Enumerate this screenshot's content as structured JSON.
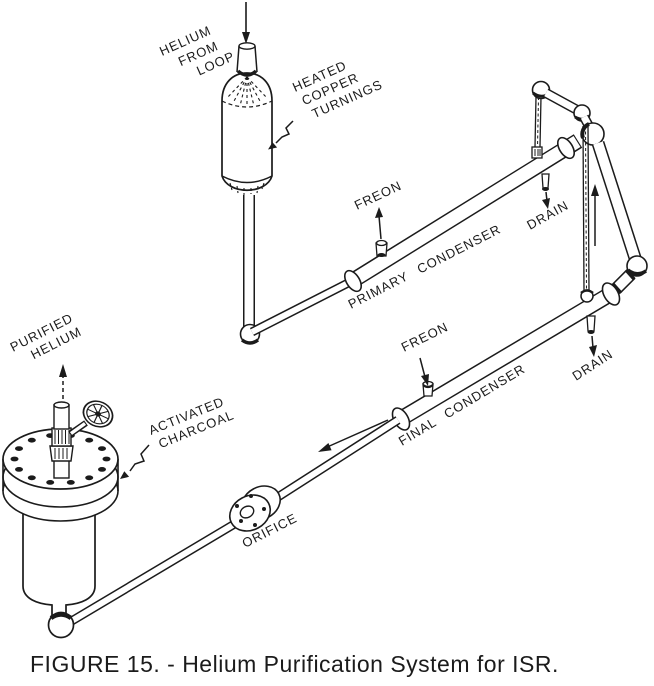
{
  "figure": {
    "caption": "FIGURE 15. - Helium Purification System for ISR."
  },
  "colors": {
    "ink": "#1b1b1b",
    "background": "#ffffff"
  },
  "labels": {
    "helium_from_loop": {
      "line1": "HELIUM",
      "line2": "FROM",
      "line3": "LOOP"
    },
    "heated_copper_turnings": {
      "line1": "HEATED",
      "line2": "COPPER",
      "line3": "TURNINGS"
    },
    "primary_freon": "FREON",
    "primary_condenser": "PRIMARY CONDENSER",
    "primary_drain": "DRAIN",
    "final_freon": "FREON",
    "final_condenser": "FINAL CONDENSER",
    "final_drain": "DRAIN",
    "purified_helium": {
      "line1": "PURIFIED",
      "line2": "HELIUM"
    },
    "activated_charcoal": {
      "line1": "ACTIVATED",
      "line2": "CHARCOAL"
    },
    "orifice": "ORIFICE"
  }
}
